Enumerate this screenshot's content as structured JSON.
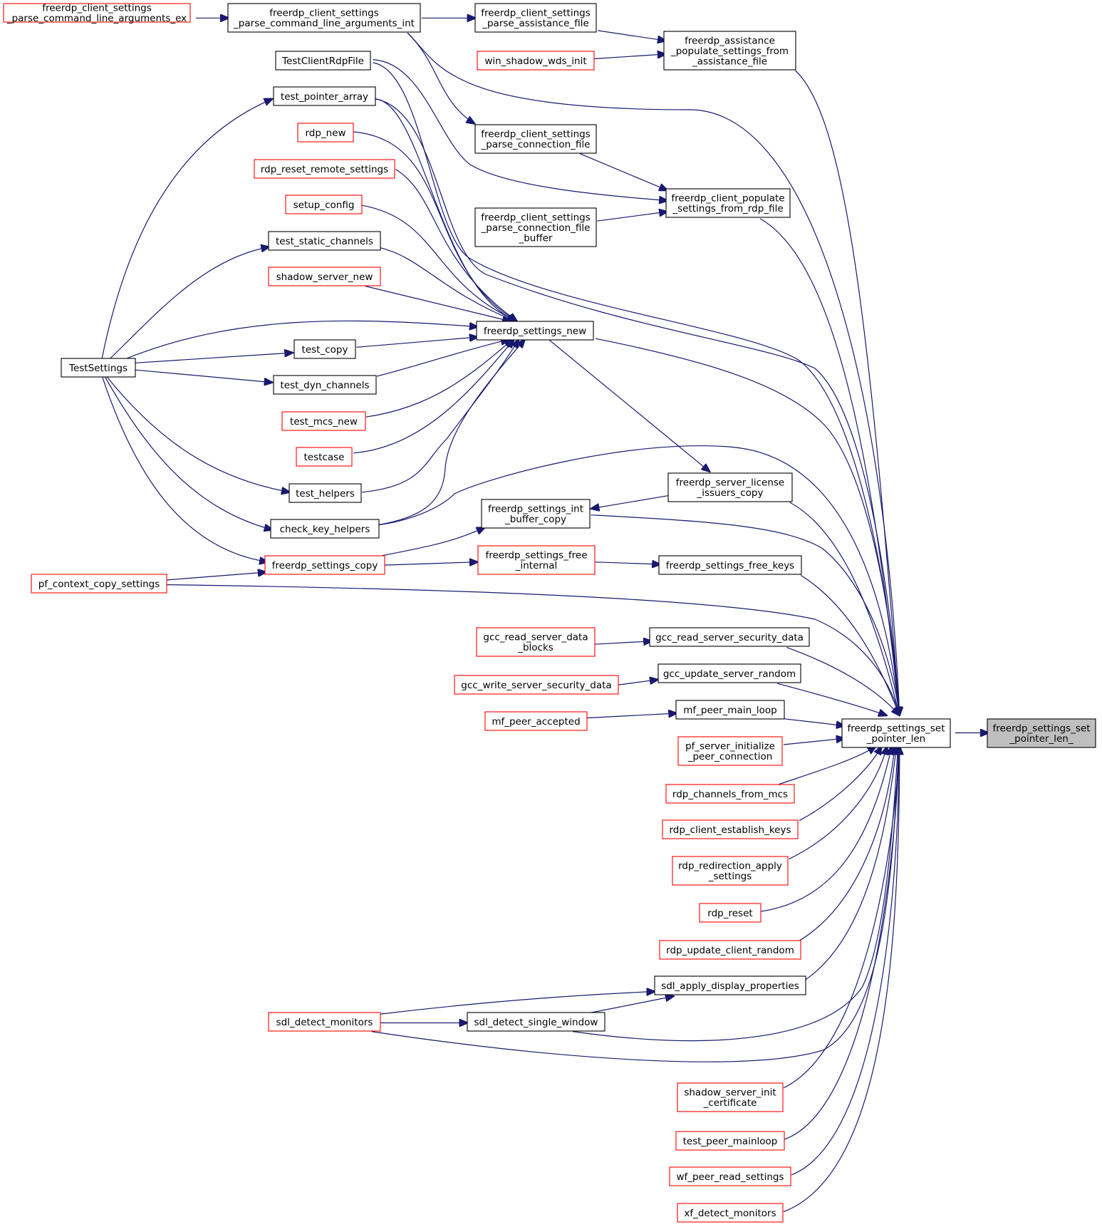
{
  "diagram": {
    "colors": {
      "edge": "#191970",
      "normal_border": "#000000",
      "truncated_border": "#ff0000",
      "selected_fill": "#bfbfbf"
    },
    "nodes": {
      "target": {
        "lines": [
          "freerdp_settings_set",
          "_pointer_len_"
        ],
        "style": "selected"
      },
      "set_pointer_len": {
        "lines": [
          "freerdp_settings_set",
          "_pointer_len"
        ],
        "style": "normal"
      },
      "cla_ex": {
        "lines": [
          "freerdp_client_settings",
          "_parse_command_line_arguments_ex"
        ],
        "style": "truncated"
      },
      "cla_int": {
        "lines": [
          "freerdp_client_settings",
          "_parse_command_line_arguments_int"
        ],
        "style": "normal"
      },
      "parse_assist": {
        "lines": [
          "freerdp_client_settings",
          "_parse_assistance_file"
        ],
        "style": "normal"
      },
      "win_shadow": {
        "lines": [
          "win_shadow_wds_init"
        ],
        "style": "truncated"
      },
      "assist_populate": {
        "lines": [
          "freerdp_assistance",
          "_populate_settings_from",
          "_assistance_file"
        ],
        "style": "normal"
      },
      "rdpfile_test": {
        "lines": [
          "TestClientRdpFile"
        ],
        "style": "normal"
      },
      "parse_conn": {
        "lines": [
          "freerdp_client_settings",
          "_parse_connection_file"
        ],
        "style": "normal"
      },
      "parse_conn_buf": {
        "lines": [
          "freerdp_client_settings",
          "_parse_connection_file",
          "_buffer"
        ],
        "style": "normal"
      },
      "populate_rdp": {
        "lines": [
          "freerdp_client_populate",
          "_settings_from_rdp_file"
        ],
        "style": "normal"
      },
      "test_ptr_array": {
        "lines": [
          "test_pointer_array"
        ],
        "style": "normal"
      },
      "rdp_new": {
        "lines": [
          "rdp_new"
        ],
        "style": "truncated"
      },
      "rdp_reset_remote": {
        "lines": [
          "rdp_reset_remote_settings"
        ],
        "style": "truncated"
      },
      "setup_config": {
        "lines": [
          "setup_config"
        ],
        "style": "truncated"
      },
      "test_static": {
        "lines": [
          "test_static_channels"
        ],
        "style": "normal"
      },
      "shadow_server_new": {
        "lines": [
          "shadow_server_new"
        ],
        "style": "truncated"
      },
      "settings_new": {
        "lines": [
          "freerdp_settings_new"
        ],
        "style": "normal"
      },
      "test_copy": {
        "lines": [
          "test_copy"
        ],
        "style": "normal"
      },
      "test_settings": {
        "lines": [
          "TestSettings"
        ],
        "style": "normal"
      },
      "test_dyn": {
        "lines": [
          "test_dyn_channels"
        ],
        "style": "normal"
      },
      "test_mcs_new": {
        "lines": [
          "test_mcs_new"
        ],
        "style": "truncated"
      },
      "testcase": {
        "lines": [
          "testcase"
        ],
        "style": "truncated"
      },
      "test_helpers": {
        "lines": [
          "test_helpers"
        ],
        "style": "normal"
      },
      "check_key": {
        "lines": [
          "check_key_helpers"
        ],
        "style": "normal"
      },
      "license_copy": {
        "lines": [
          "freerdp_server_license",
          "_issuers_copy"
        ],
        "style": "normal"
      },
      "int_buf_copy": {
        "lines": [
          "freerdp_settings_int",
          "_buffer_copy"
        ],
        "style": "normal"
      },
      "settings_copy": {
        "lines": [
          "freerdp_settings_copy"
        ],
        "style": "truncated"
      },
      "free_internal": {
        "lines": [
          "freerdp_settings_free",
          "_internal"
        ],
        "style": "truncated"
      },
      "free_keys": {
        "lines": [
          "freerdp_settings_free_keys"
        ],
        "style": "normal"
      },
      "pf_context_copy": {
        "lines": [
          "pf_context_copy_settings"
        ],
        "style": "truncated"
      },
      "gcc_read_blocks": {
        "lines": [
          "gcc_read_server_data",
          "_blocks"
        ],
        "style": "truncated"
      },
      "gcc_read_sec": {
        "lines": [
          "gcc_read_server_security_data"
        ],
        "style": "normal"
      },
      "gcc_write_sec": {
        "lines": [
          "gcc_write_server_security_data"
        ],
        "style": "truncated"
      },
      "gcc_update_random": {
        "lines": [
          "gcc_update_server_random"
        ],
        "style": "normal"
      },
      "mf_accepted": {
        "lines": [
          "mf_peer_accepted"
        ],
        "style": "truncated"
      },
      "mf_main_loop": {
        "lines": [
          "mf_peer_main_loop"
        ],
        "style": "normal"
      },
      "pf_server_init": {
        "lines": [
          "pf_server_initialize",
          "_peer_connection"
        ],
        "style": "truncated"
      },
      "rdp_channels_mcs": {
        "lines": [
          "rdp_channels_from_mcs"
        ],
        "style": "truncated"
      },
      "rdp_client_keys": {
        "lines": [
          "rdp_client_establish_keys"
        ],
        "style": "truncated"
      },
      "rdp_redirection": {
        "lines": [
          "rdp_redirection_apply",
          "_settings"
        ],
        "style": "truncated"
      },
      "rdp_reset": {
        "lines": [
          "rdp_reset"
        ],
        "style": "truncated"
      },
      "rdp_update_random": {
        "lines": [
          "rdp_update_client_random"
        ],
        "style": "truncated"
      },
      "sdl_apply_display": {
        "lines": [
          "sdl_apply_display_properties"
        ],
        "style": "normal"
      },
      "sdl_detect_monitors": {
        "lines": [
          "sdl_detect_monitors"
        ],
        "style": "truncated"
      },
      "sdl_single_window": {
        "lines": [
          "sdl_detect_single_window"
        ],
        "style": "normal"
      },
      "shadow_cert": {
        "lines": [
          "shadow_server_init",
          "_certificate"
        ],
        "style": "truncated"
      },
      "test_peer_loop": {
        "lines": [
          "test_peer_mainloop"
        ],
        "style": "truncated"
      },
      "wf_peer_read": {
        "lines": [
          "wf_peer_read_settings"
        ],
        "style": "truncated"
      },
      "xf_detect_monitors": {
        "lines": [
          "xf_detect_monitors"
        ],
        "style": "truncated"
      }
    }
  }
}
